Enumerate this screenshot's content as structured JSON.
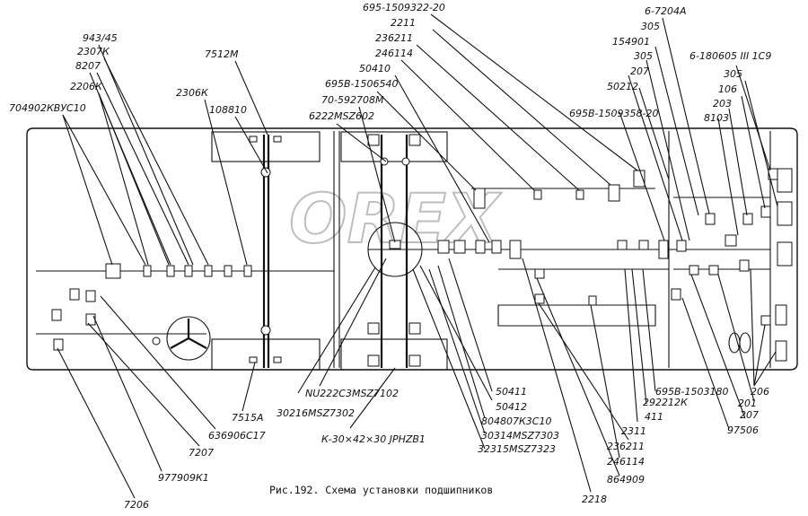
{
  "caption": "Рис.192. Схема установки подшипников",
  "watermark": "OREX",
  "labels": [
    {
      "text": "943/45"
    },
    {
      "text": "2307К"
    },
    {
      "text": "8207"
    },
    {
      "text": "2206К"
    },
    {
      "text": "704902КВУС10"
    },
    {
      "text": "2306К"
    },
    {
      "text": "7512М"
    },
    {
      "text": "108810"
    },
    {
      "text": "695-1509322-20"
    },
    {
      "text": "2211"
    },
    {
      "text": "236211"
    },
    {
      "text": "246114"
    },
    {
      "text": "50410"
    },
    {
      "text": "695В-1506540"
    },
    {
      "text": "70-592708М"
    },
    {
      "text": "6222МSZ602"
    },
    {
      "text": "695В-1509358-20"
    },
    {
      "text": "6-7204А"
    },
    {
      "text": "305"
    },
    {
      "text": "154901"
    },
    {
      "text": "305"
    },
    {
      "text": "207"
    },
    {
      "text": "50212"
    },
    {
      "text": "6-180605 III 1С9"
    },
    {
      "text": "305"
    },
    {
      "text": "106"
    },
    {
      "text": "203"
    },
    {
      "text": "8103"
    },
    {
      "text": "7515А"
    },
    {
      "text": "636906С17"
    },
    {
      "text": "7207"
    },
    {
      "text": "977909К1"
    },
    {
      "text": "7206"
    },
    {
      "text": "30216МSZ7302"
    },
    {
      "text": "NU222С3МSZ7102"
    },
    {
      "text": "К-30×42×30 JРНZВ1"
    },
    {
      "text": "50411"
    },
    {
      "text": "50412"
    },
    {
      "text": "804807К3С10"
    },
    {
      "text": "30314МSZ7303"
    },
    {
      "text": "32315МSZ7323"
    },
    {
      "text": "2218"
    },
    {
      "text": "864909"
    },
    {
      "text": "246114"
    },
    {
      "text": "236211"
    },
    {
      "text": "2311"
    },
    {
      "text": "411"
    },
    {
      "text": "292212К"
    },
    {
      "text": "695В-1503180"
    },
    {
      "text": "206"
    },
    {
      "text": "201"
    },
    {
      "text": "207"
    },
    {
      "text": "97506"
    }
  ]
}
